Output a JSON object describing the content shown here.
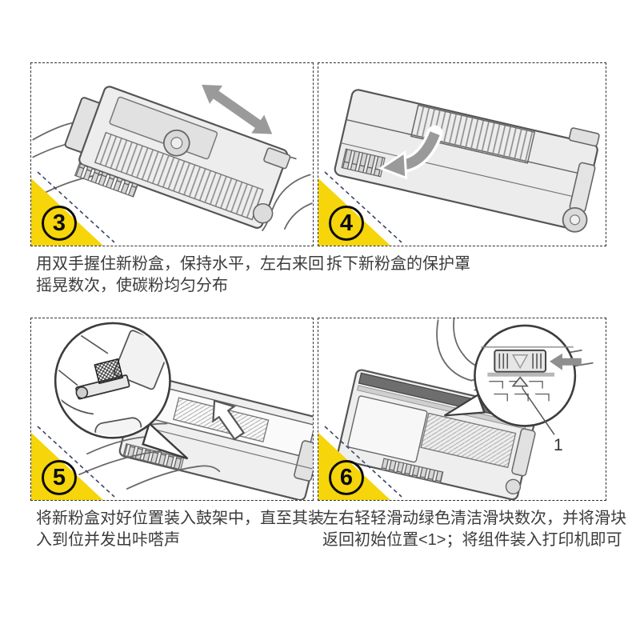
{
  "page": {
    "background": "#ffffff",
    "description": "Toner cartridge replacement instruction sheet, steps 3 to 6"
  },
  "colors": {
    "step_badge_yellow": "#F6D50A",
    "badge_ring_black": "#0c0c0c",
    "caption_text": "#3b3b3b",
    "panel_border_dash": "#2e2e2e",
    "triangle_diagonal_dash": "#3a4468",
    "arrow_gray": "#9a9a9a",
    "line_art_gray": "#555555",
    "slider_band_gray": "#6e6e6e"
  },
  "icons": {
    "shake_arrow": "double-headed-diagonal-arrow",
    "peel_arrow": "curved-arrow-down-left",
    "insert_arrow": "outline-block-arrow-up",
    "slide_arrow": "solid-arrow-left",
    "magnifier_inset": "zoom-circle-callout"
  },
  "steps": [
    {
      "number": "3",
      "caption_lines": [
        "用双手握住新粉盒，保持水平，左右来回",
        "摇晃数次，使碳粉均匀分布"
      ]
    },
    {
      "number": "4",
      "caption_lines": [
        "拆下新粉盒的保护罩",
        ""
      ]
    },
    {
      "number": "5",
      "caption_lines": [
        "将新粉盒对好位置装入鼓架中，直至其装",
        "入到位并发出咔嗒声"
      ]
    },
    {
      "number": "6",
      "caption_lines": [
        "左右轻轻滑动绿色清洁滑块数次，并将滑块",
        "返回初始位置<1>；将组件装入打印机即可"
      ]
    }
  ],
  "step6_inset": {
    "callout_label": "1"
  }
}
